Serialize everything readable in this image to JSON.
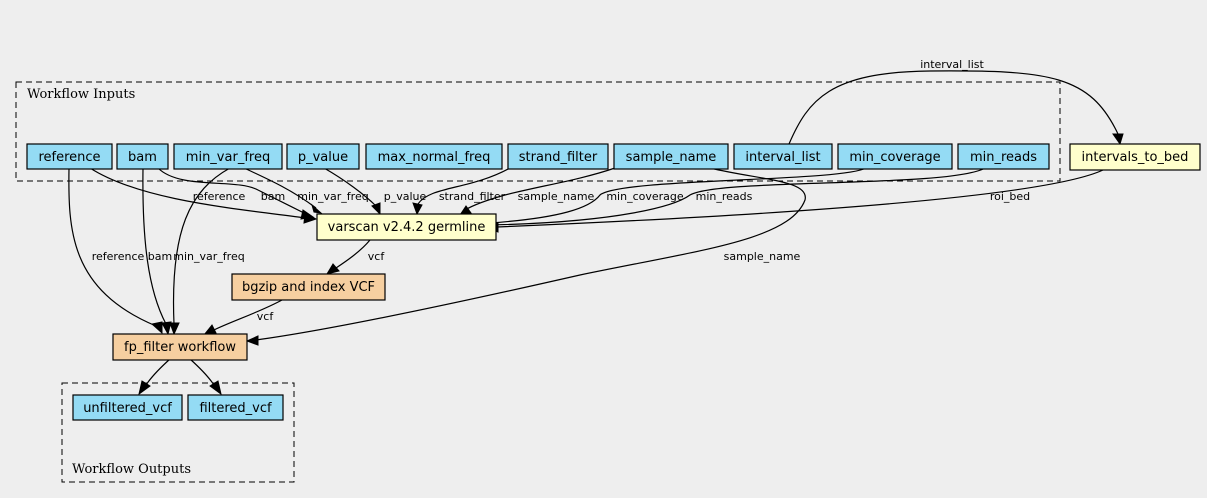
{
  "colors": {
    "background": "#eeeeee",
    "input": "#94dbf4",
    "tool": "#ffffcc",
    "subworkflow": "#f6cfa0",
    "output": "#94dbf4"
  },
  "clusters": {
    "inputs": {
      "label": "Workflow Inputs"
    },
    "outputs": {
      "label": "Workflow Outputs"
    }
  },
  "nodes": {
    "reference": {
      "label": "reference"
    },
    "bam": {
      "label": "bam"
    },
    "min_var_freq": {
      "label": "min_var_freq"
    },
    "p_value": {
      "label": "p_value"
    },
    "max_normal_freq": {
      "label": "max_normal_freq"
    },
    "strand_filter": {
      "label": "strand_filter"
    },
    "sample_name": {
      "label": "sample_name"
    },
    "interval_list": {
      "label": "interval_list"
    },
    "min_coverage": {
      "label": "min_coverage"
    },
    "min_reads": {
      "label": "min_reads"
    },
    "intervals_to_bed": {
      "label": "intervals_to_bed"
    },
    "varscan": {
      "label": "varscan v2.4.2 germline"
    },
    "bgzip": {
      "label": "bgzip and index VCF"
    },
    "fp_filter": {
      "label": "fp_filter workflow"
    },
    "unfiltered_vcf": {
      "label": "unfiltered_vcf"
    },
    "filtered_vcf": {
      "label": "filtered_vcf"
    }
  },
  "edges": [
    {
      "from": "interval_list",
      "to": "intervals_to_bed",
      "label": "interval_list"
    },
    {
      "from": "reference",
      "to": "varscan",
      "label": "reference"
    },
    {
      "from": "bam",
      "to": "varscan",
      "label": "bam"
    },
    {
      "from": "min_var_freq",
      "to": "varscan",
      "label": "min_var_freq"
    },
    {
      "from": "p_value",
      "to": "varscan",
      "label": "p_value"
    },
    {
      "from": "strand_filter",
      "to": "varscan",
      "label": "strand_filter"
    },
    {
      "from": "sample_name",
      "to": "varscan",
      "label": "sample_name"
    },
    {
      "from": "min_coverage",
      "to": "varscan",
      "label": "min_coverage"
    },
    {
      "from": "min_reads",
      "to": "varscan",
      "label": "min_reads"
    },
    {
      "from": "intervals_to_bed",
      "to": "varscan",
      "label": "roi_bed"
    },
    {
      "from": "varscan",
      "to": "bgzip",
      "label": "vcf"
    },
    {
      "from": "bgzip",
      "to": "fp_filter",
      "label": "vcf"
    },
    {
      "from": "reference",
      "to": "fp_filter",
      "label": "reference"
    },
    {
      "from": "bam",
      "to": "fp_filter",
      "label": "bam"
    },
    {
      "from": "min_var_freq",
      "to": "fp_filter",
      "label": "min_var_freq"
    },
    {
      "from": "sample_name",
      "to": "fp_filter",
      "label": "sample_name"
    },
    {
      "from": "fp_filter",
      "to": "unfiltered_vcf",
      "label": ""
    },
    {
      "from": "fp_filter",
      "to": "filtered_vcf",
      "label": ""
    }
  ]
}
